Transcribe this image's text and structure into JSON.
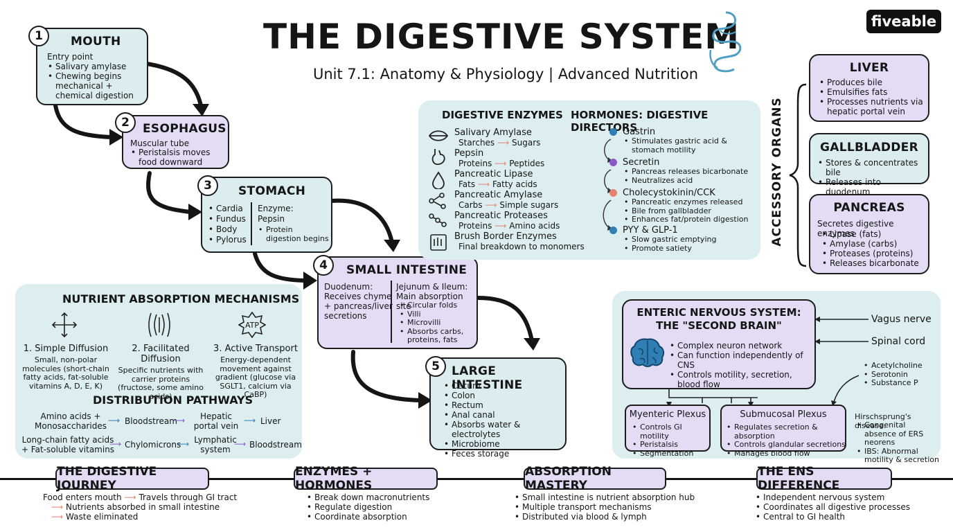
{
  "title": "THE DIGESTIVE SYSTEM",
  "subtitle": "Unit 7.1: Anatomy & Physiology | Advanced Nutrition",
  "brand": "fiveable",
  "mouth": {
    "num": "1",
    "title": "MOUTH",
    "lead": "Entry point",
    "items": [
      "Salivary amylase",
      "Chewing begins mechanical + chemical digestion"
    ]
  },
  "esophagus": {
    "num": "2",
    "title": "ESOPHAGUS",
    "lead": "Muscular tube",
    "items": [
      "Peristalsis moves food downward"
    ]
  },
  "stomach": {
    "num": "3",
    "title": "STOMACH",
    "parts": [
      "Cardia",
      "Fundus",
      "Body",
      "Pylorus"
    ],
    "enzyme_label": "Enzyme:",
    "enzyme": "Pepsin",
    "items": [
      "Protein digestion begins"
    ]
  },
  "small_intestine": {
    "num": "4",
    "title": "SMALL INTESTINE",
    "left_head": "Duodenum:",
    "left_text": "Receives chyme + pancreas/liver secretions",
    "right_head": "Jejunum & Ileum:",
    "right_lead": "Main absorption site",
    "items": [
      "Circular folds",
      "Villi",
      "Microvilli",
      "Absorbs carbs, proteins, fats"
    ]
  },
  "large_intestine": {
    "num": "5",
    "title": "LARGE INTESTINE",
    "items": [
      "Cecum",
      "Colon",
      "Rectum",
      "Anal canal",
      "Absorbs water & electrolytes",
      "Microbiome",
      "Feces storage"
    ]
  },
  "enzymes": {
    "title": "DIGESTIVE ENZYMES",
    "list": [
      {
        "name": "Salivary Amylase",
        "from": "Starches",
        "to": "Sugars",
        "icon": "lips-icon"
      },
      {
        "name": "Pepsin",
        "from": "Proteins",
        "to": "Peptides",
        "icon": "stomach-icon"
      },
      {
        "name": "Pancreatic Lipase",
        "from": "Fats",
        "to": "Fatty acids",
        "icon": "droplet-icon"
      },
      {
        "name": "Pancreatic Amylase",
        "from": "Carbs",
        "to": "Simple sugars",
        "icon": "molecule-icon"
      },
      {
        "name": "Pancreatic Proteases",
        "from": "Proteins",
        "to": "Amino acids",
        "icon": "chain-icon"
      },
      {
        "name": "Brush Border Enzymes",
        "from": "Final breakdown to monomers",
        "to": "",
        "icon": "villi-icon"
      }
    ]
  },
  "hormones": {
    "title": "HORMONES: DIGESTIVE DIRECTORS",
    "list": [
      {
        "name": "Gastrin",
        "color": "#2f7fb5",
        "items": [
          "Stimulates gastric acid & stomach motility"
        ]
      },
      {
        "name": "Secretin",
        "color": "#8a5ac8",
        "items": [
          "Pancreas releases bicarbonate",
          "Neutralizes acid"
        ]
      },
      {
        "name": "Cholecystokinin/CCK",
        "color": "#e8826e",
        "items": [
          "Pancreatic enzymes released",
          "Bile from gallbladder",
          "Enhances fat/protein digestion"
        ]
      },
      {
        "name": "PYY & GLP-1",
        "color": "#2f7fb5",
        "items": [
          "Slow gastric emptying",
          "Promote satiety"
        ]
      }
    ]
  },
  "accessory": {
    "label": "ACCESSORY ORGANS",
    "liver": {
      "title": "LIVER",
      "items": [
        "Produces bile",
        "Emulsifies fats",
        "Processes nutrients via hepatic portal vein"
      ]
    },
    "gallbladder": {
      "title": "GALLBLADDER",
      "items": [
        "Stores & concentrates bile",
        "Releases into duodenum"
      ]
    },
    "pancreas": {
      "title": "PANCREAS",
      "lead": "Secretes digestive enzymes",
      "items": [
        "Lipase (fats)",
        "Amylase (carbs)",
        "Proteases (proteins)",
        "Releases bicarbonate"
      ]
    }
  },
  "absorption": {
    "title": "NUTRIENT ABSORPTION MECHANISMS",
    "mechanisms": [
      {
        "name": "1. Simple Diffusion",
        "desc": "Small, non-polar molecules (short-chain fatty acids, fat-soluble vitamins A, D, E, K)"
      },
      {
        "name": "2. Facilitated Diffusion",
        "desc": "Specific nutrients with carrier proteins (fructose, some amino acids)"
      },
      {
        "name": "3. Active Transport",
        "desc": "Energy-dependent movement against gradient (glucose via SGLT1, calcium via CaBP)"
      }
    ],
    "atp": "ATP",
    "pathways_title": "DISTRIBUTION PATHWAYS",
    "pathway1": [
      "Amino acids + Monosaccharides",
      "Bloodstream",
      "Hepatic portal vein",
      "Liver"
    ],
    "pathway2": [
      "Long-chain fatty acids + Fat-soluble vitamins",
      "Chylomicrons",
      "Lymphatic system",
      "Bloodstream"
    ]
  },
  "ens": {
    "title": "ENTERIC NERVOUS SYSTEM: THE \"SECOND BRAIN\"",
    "items": [
      "Complex neuron network",
      "Can function independently of CNS",
      "Controls motility, secretion, blood flow"
    ],
    "vagus": "Vagus nerve",
    "spinal": "Spinal cord",
    "neuro": [
      "Acetylcholine",
      "Serotonin",
      "Substance P"
    ],
    "myenteric": {
      "title": "Myenteric Plexus",
      "items": [
        "Controls GI motility",
        "Peristalsis",
        "Segmentation"
      ]
    },
    "submucosal": {
      "title": "Submucosal Plexus",
      "items": [
        "Regulates secretion & absorption",
        "Controls glandular secretions",
        "Manages blood flow"
      ]
    },
    "disease_title": "Hirschsprung's disease:",
    "disease": [
      "Congenital absence of ERS neorens",
      "IBS: Abnormal motility & secretion"
    ]
  },
  "footer": [
    {
      "title": "THE DIGESTIVE JOURNEY",
      "lines": [
        "Food enters mouth",
        "Travels through GI tract",
        "Nutrients absorbed in small intestine",
        "Waste eliminated"
      ]
    },
    {
      "title": "ENZYMES + HORMONES",
      "lines": [
        "Break down macronutrients",
        "Regulate digestion",
        "Coordinate absorption"
      ]
    },
    {
      "title": "ABSORPTION MASTERY",
      "lines": [
        "Small intestine is nutrient absorption hub",
        "Multiple transport mechanisms",
        "Distributed via blood & lymph"
      ]
    },
    {
      "title": "THE ENS DIFFERENCE",
      "lines": [
        "Independent nervous system",
        "Coordinates all digestive processes",
        "Central to GI health"
      ]
    }
  ]
}
